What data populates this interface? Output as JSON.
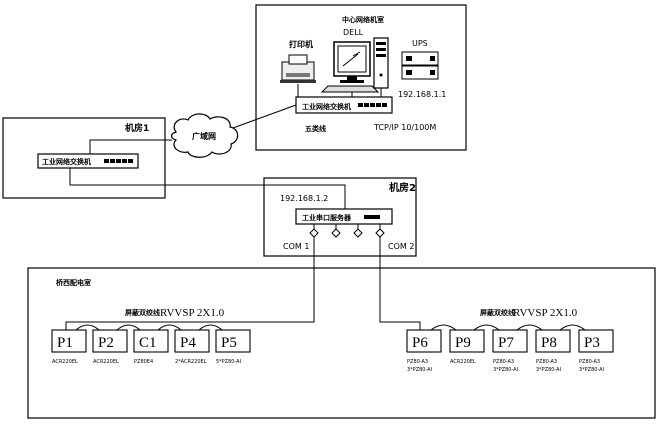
{
  "center_room": {
    "title": "中心网络机室",
    "printer_label": "打印机",
    "pc_brand": "DELL",
    "ups_label": "UPS",
    "ip": "192.168.1.1",
    "switch_label": "工业网络交换机",
    "cable_label": "五类线",
    "protocol": "TCP/IP  10/100M"
  },
  "room1": {
    "title": "机房1",
    "switch_label": "工业网络交换机"
  },
  "wan": {
    "label": "广域网"
  },
  "room2": {
    "title": "机房2",
    "ip": "192.168.1.2",
    "server_label": "工业串口服务器",
    "com1": "COM  1",
    "com2": "COM  2"
  },
  "substation": {
    "title": "桥西配电室",
    "left_cable_label": "屏蔽双绞线",
    "left_cable_model": "RVVSP  2X1.0",
    "right_cable_label": "屏蔽双绞线",
    "right_cable_model": "RVVSP  2X1.0",
    "left_devices": [
      {
        "id": "P1",
        "model": "ACR220EL"
      },
      {
        "id": "P2",
        "model": "ACR220EL"
      },
      {
        "id": "C1",
        "model": "PZ80E4"
      },
      {
        "id": "P4",
        "model": "2*ACR220EL"
      },
      {
        "id": "P5",
        "model": "5*PZ80-AI"
      }
    ],
    "right_devices": [
      {
        "id": "P6",
        "model": "PZ80-A3",
        "model2": "3*PZ80-AI"
      },
      {
        "id": "P9",
        "model": "ACR220EL",
        "model2": ""
      },
      {
        "id": "P7",
        "model": "PZ80-A3",
        "model2": "3*PZ80-AI"
      },
      {
        "id": "P8",
        "model": "PZ80-A3",
        "model2": "3*PZ80-AI"
      },
      {
        "id": "P3",
        "model": "PZ80-A3",
        "model2": "3*PZ80-AI"
      }
    ]
  }
}
